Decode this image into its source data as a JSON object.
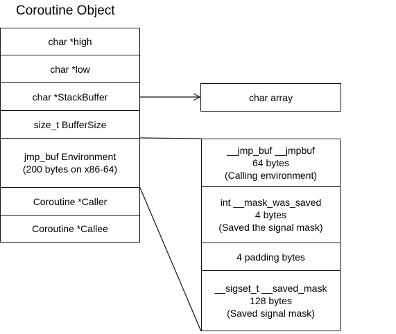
{
  "title": "Coroutine Object",
  "fields": [
    {
      "lines": [
        "char *high"
      ]
    },
    {
      "lines": [
        "char *low"
      ]
    },
    {
      "lines": [
        "char *StackBuffer"
      ]
    },
    {
      "lines": [
        "size_t BufferSize"
      ]
    },
    {
      "lines": [
        "jmp_buf Environment",
        "(200 bytes on x86-64)"
      ]
    },
    {
      "lines": [
        "Coroutine *Caller"
      ]
    },
    {
      "lines": [
        "Coroutine *Callee"
      ]
    }
  ],
  "char_array": {
    "label": "char array"
  },
  "jmp_buf_parts": [
    {
      "lines": [
        "__jmp_buf __jmpbuf",
        "64 bytes",
        "(Calling environment)"
      ]
    },
    {
      "lines": [
        "int __mask_was_saved",
        "4 bytes",
        "(Saved the signal mask)"
      ]
    },
    {
      "lines": [
        "4 padding bytes"
      ]
    },
    {
      "lines": [
        "__sigset_t __saved_mask",
        "128 bytes",
        "(Saved signal mask)"
      ]
    }
  ]
}
